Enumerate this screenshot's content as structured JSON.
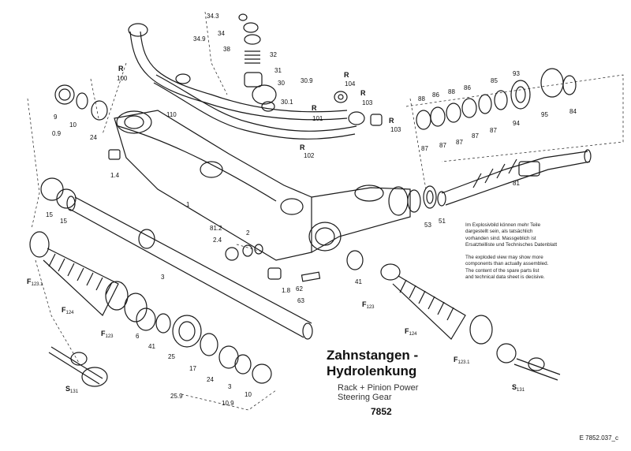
{
  "title_lines": [
    "Zahnstangen -",
    "Hydrolenkung"
  ],
  "subtitle_lines": [
    "Rack + Pinion Power",
    "Steering Gear"
  ],
  "diagram_code": "7852",
  "reference": "E 7852.037_c",
  "note_de": [
    "Im Explosivbild können mehr Teile",
    "dargestellt sein, als tatsächlich",
    "vorhanden sind. Massgeblich ist",
    "Ersatzteilliste und Technisches Datenblatt"
  ],
  "note_en": [
    "The exploded view may show more",
    "components than actually assembled.",
    "The content of the spare parts list",
    "and technical data sheet is decisive."
  ],
  "parts": {
    "p34_3": "34.3",
    "p34": "34",
    "p34_9": "34.9",
    "p38": "38",
    "p32": "32",
    "p31": "31",
    "p30": "30",
    "p30_9": "30.9",
    "p30_1": "30.1",
    "r100": "R",
    "n100": "100",
    "r101": "R",
    "n101": "101",
    "r102": "R",
    "n102": "102",
    "r103": "R",
    "n103": "103",
    "r104": "R",
    "n104": "104",
    "r103b": "R",
    "n103b": "103",
    "p110": "110",
    "p9": "9",
    "p10": "10",
    "p0_9": "0.9",
    "p24": "24",
    "p1_4": "1.4",
    "p1": "1",
    "p15a": "15",
    "p15b": "15",
    "p81_2": "81.2",
    "p2": "2",
    "p2_4": "2.4",
    "p3": "3",
    "p62": "62",
    "p1_8": "1.8",
    "p63": "63",
    "p88a": "88",
    "p86a": "86",
    "p88b": "88",
    "p86b": "86",
    "p85": "85",
    "p93": "93",
    "p87a": "87",
    "p87b": "87",
    "p87c": "87",
    "p87d": "87",
    "p87e": "87",
    "p94": "94",
    "p95": "95",
    "p84": "84",
    "p81": "81",
    "p53": "53",
    "p51": "51",
    "p41a": "41",
    "p41b": "41",
    "p6": "6",
    "p25": "25",
    "p17": "17",
    "p24b": "24",
    "p3b": "3",
    "p10b": "10",
    "p10_9": "10.9",
    "p25_9": "25.9",
    "f123_1a": "F",
    "n123_1a": "123.1",
    "f124a": "F",
    "n124a": "124",
    "f123a": "F",
    "n123a": "123",
    "f123b": "F",
    "n123b": "123",
    "f124b": "F",
    "n124b": "124",
    "f123_1b": "F",
    "n123_1b": "123.1",
    "s131a": "S",
    "n131a": "131",
    "s131b": "S",
    "n131b": "131"
  }
}
